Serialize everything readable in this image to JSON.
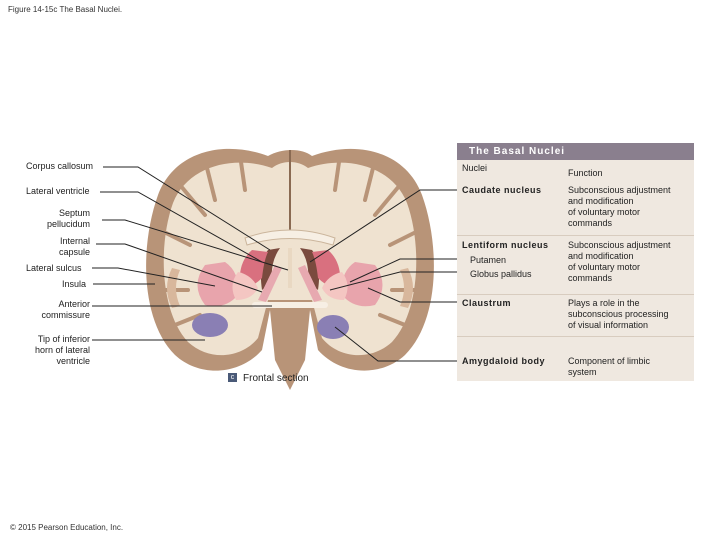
{
  "figure_title": "Figure 14-15c The Basal Nuclei.",
  "copyright": "© 2015 Pearson Education, Inc.",
  "section_badge": "c",
  "section_label": "Frontal section",
  "labels": {
    "corpus_callosum": "Corpus callosum",
    "lateral_ventricle": "Lateral ventricle",
    "septum_pellucidum": [
      "Septum",
      "pellucidum"
    ],
    "internal_capsule": [
      "Internal",
      "capsule"
    ],
    "lateral_sulcus": "Lateral sulcus",
    "insula": "Insula",
    "anterior_commissure": [
      "Anterior",
      "commissure"
    ],
    "tip_inferior_horn": [
      "Tip of inferior",
      "horn of lateral",
      "ventricle"
    ]
  },
  "table": {
    "title": "The Basal Nuclei",
    "col_nuclei": "Nuclei",
    "col_function": "Function",
    "rows": [
      {
        "nucleus": "Caudate nucleus",
        "function": [
          "Subconscious adjustment",
          "and modification",
          "of voluntary motor",
          "commands"
        ]
      },
      {
        "nucleus": "Lentiform nucleus",
        "sub": [
          "Putamen",
          "Globus pallidus"
        ],
        "function": [
          "Subconscious adjustment",
          "and modification",
          "of voluntary motor",
          "commands"
        ]
      },
      {
        "nucleus": "Claustrum",
        "function": [
          "Plays a role in the",
          "subconscious processing",
          "of visual information"
        ]
      },
      {
        "nucleus": "Amygdaloid body",
        "function": [
          "Component of limbic",
          "system"
        ]
      }
    ]
  },
  "colors": {
    "cortex": "#b89478",
    "white_matter": "#efe2d0",
    "caudate": "#d9707f",
    "putamen": "#e8a4ac",
    "globus_pallidus": "#f4c6c2",
    "amygdala": "#8a7fb4",
    "ventricle": "#7a4a3e",
    "table_header": "#8a7f8e",
    "table_bg": "#efe8e0"
  }
}
